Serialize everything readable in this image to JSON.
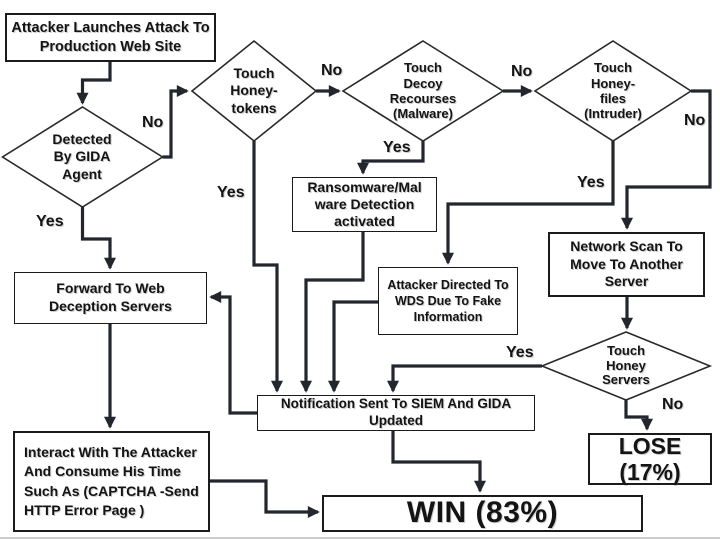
{
  "title": "Attack deception flowchart",
  "colors": {
    "background": "#ffffff",
    "connector": "#23272d",
    "box_border": "#1b1b1b",
    "text": "#141414"
  },
  "nodes": {
    "attack_launch": "Attacker Launches Attack To\nProduction Web Site",
    "gida_agent": "Detected\nBy GIDA\nAgent",
    "honey_tokens": "Touch\nHoney-\ntokens",
    "decoy_resources": "Touch\nDecoy\nRecourses\n(Malware)",
    "honey_files": "Touch\nHoney-\nfiles\n(Intruder)",
    "ransomware": "Ransomware/Mal\nware Detection\nactivated",
    "wds_fake": "Attacker Directed To\nWDS Due To Fake\nInformation",
    "network_scan": "Network Scan To\nMove To Another\nServer",
    "honey_servers": "Touch\nHoney\nServers",
    "forward_wds": "Forward To Web\nDeception Servers",
    "notification": "Notification Sent To SIEM And GIDA\nUpdated",
    "interact": "Interact  With The Attacker\nAnd Consume His Time\nSuch As (CAPTCHA -Send\nHTTP Error Page )",
    "win": "WIN (83%)",
    "lose": "LOSE\n(17%)"
  },
  "edge_labels": {
    "gida_no": "No",
    "gida_yes": "Yes",
    "tokens_no": "No",
    "tokens_yes": "Yes",
    "decoy_no": "No",
    "decoy_yes": "Yes",
    "files_no": "No",
    "files_yes": "Yes",
    "servers_yes": "Yes",
    "servers_no": "No"
  }
}
